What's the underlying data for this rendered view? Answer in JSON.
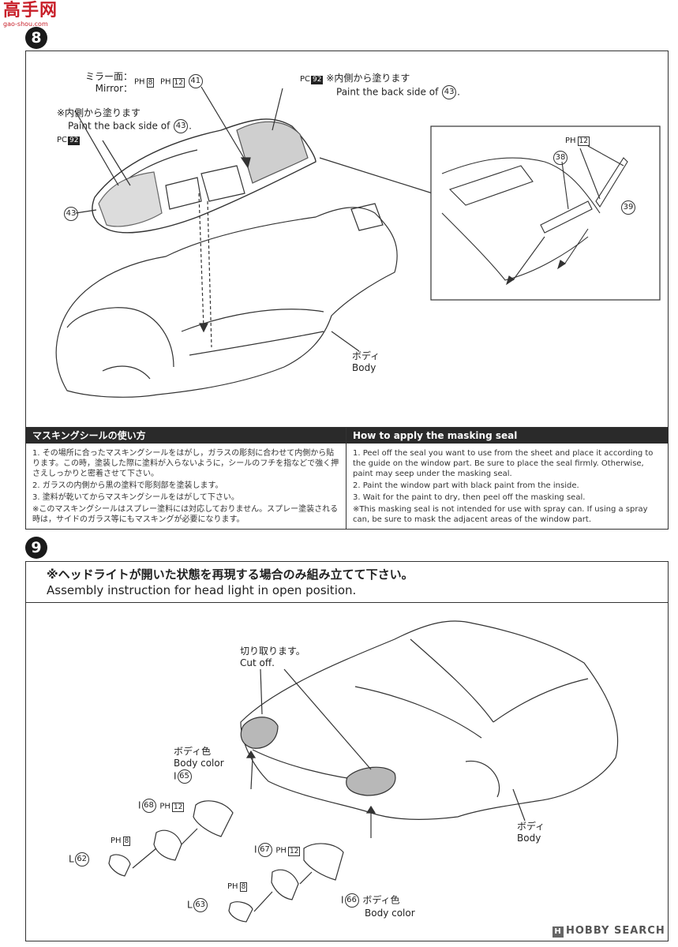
{
  "logo": {
    "text": "高手网",
    "sub": "gao-shou.com"
  },
  "step8": {
    "number": "8",
    "mirror_jp": "ミラー面：",
    "mirror_en": "Mirror：",
    "mirror_paint1": "H",
    "mirror_paint1_num": "8",
    "mirror_paint2": "H",
    "mirror_paint2_num": "12",
    "part41": "41",
    "note_right_jp": "※内側から塗ります",
    "note_right_en": "Paint the back side of",
    "note_right_part": "43",
    "note_right_paint": "C",
    "note_right_paint_num": "92",
    "note_left_jp": "※内側から塗ります",
    "note_left_en": "Paint the back side of",
    "note_left_part": "43",
    "note_left_paint": "C",
    "note_left_paint_num": "92",
    "part43": "43",
    "body_jp": "ボディ",
    "body_en": "Body",
    "inset_paint": "H",
    "inset_paint_num": "12",
    "part38": "38",
    "part39": "39"
  },
  "masking": {
    "jp_title": "マスキングシールの使い方",
    "jp_items": [
      "1. その場所に合ったマスキングシールをはがし，ガラスの彫刻に合わせて内側から貼ります。この時，塗装した際に塗料が入らないように，シールのフチを指などで強く押さえしっかりと密着させて下さい。",
      "2. ガラスの内側から黒の塗料で彫刻部を塗装します。",
      "3. 塗料が乾いてからマスキングシールをはがして下さい。"
    ],
    "jp_note": "※このマスキングシールはスプレー塗料には対応しておりません。スプレー塗装される時は，サイドのガラス等にもマスキングが必要になります。",
    "en_title": "How to apply the masking seal",
    "en_items": [
      "1. Peel off the seal you want to use from the sheet and place it according to the guide on the window part. Be sure to place the seal firmly. Otherwise, paint may seep under the masking seal.",
      "2. Paint the window part with black paint from the inside.",
      "3. Wait for the paint to dry, then peel off the masking seal."
    ],
    "en_note": "※This masking seal is not intended for use with spray can. If using a spray can, be sure to mask the adjacent areas of the window part."
  },
  "step9": {
    "number": "9",
    "title_jp": "※ヘッドライトが開いた状態を再現する場合のみ組み立てて下さい。",
    "title_en": "Assembly instruction for head light in open position.",
    "cutoff_jp": "切り取ります。",
    "cutoff_en": "Cut off.",
    "bodycolor1_jp": "ボディ色",
    "bodycolor1_en": "Body color",
    "i65": "I",
    "part65": "65",
    "i68": "I",
    "part68": "68",
    "p68_paint": "H",
    "p68_paint_num": "12",
    "p8a": "H",
    "p8a_num": "8",
    "l62": "L",
    "part62": "62",
    "i67": "I",
    "part67": "67",
    "p67_paint": "H",
    "p67_paint_num": "12",
    "p8b": "H",
    "p8b_num": "8",
    "l63": "L",
    "part63": "63",
    "i66": "I",
    "part66": "66",
    "bodycolor2_jp": "ボディ色",
    "bodycolor2_en": "Body color",
    "body_jp": "ボディ",
    "body_en": "Body"
  },
  "watermark": {
    "mark": "H",
    "text": "HOBBY SEARCH"
  }
}
